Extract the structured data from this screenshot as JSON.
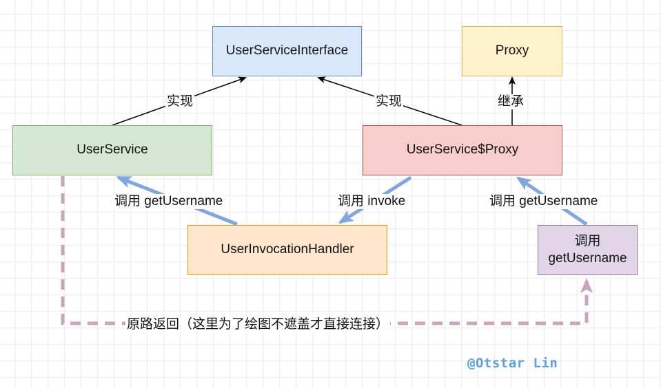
{
  "nodes": {
    "interface": "UserServiceInterface",
    "proxy": "Proxy",
    "user_service": "UserService",
    "proxy_class": "UserService$Proxy",
    "handler": "UserInvocationHandler",
    "caller_line1": "调用",
    "caller_line2": "getUsername"
  },
  "edge_labels": {
    "implements_left": "实现",
    "implements_right": "实现",
    "extends": "继承",
    "call_get_username_left": "调用 getUsername",
    "call_invoke": "调用 invoke",
    "call_get_username_right": "调用 getUsername",
    "return_path": "原路返回（这里为了绘图不遮盖才直接连接）"
  },
  "watermark": "@Otstar Lin",
  "colors": {
    "call_arrow": "#7ea6e0",
    "return_arrow": "#cda2be",
    "interface_fill": "#dae8fc",
    "proxy_fill": "#fff2cc",
    "user_service_fill": "#d5e8d4",
    "proxy_class_fill": "#f8cecc",
    "handler_fill": "#ffe6cc",
    "caller_fill": "#e1d5e7"
  }
}
